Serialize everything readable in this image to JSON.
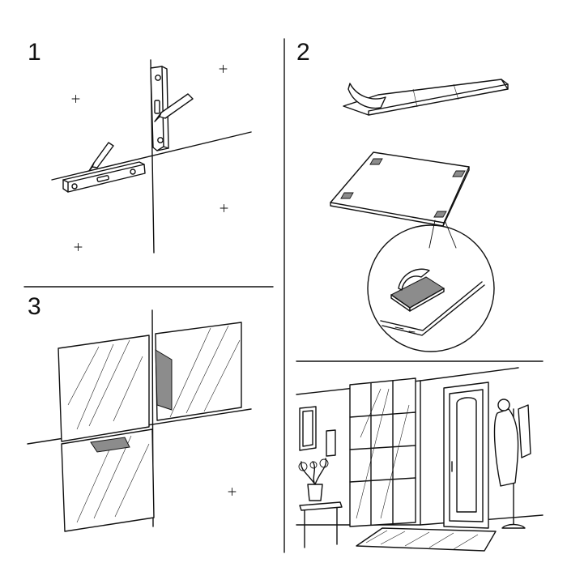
{
  "steps": [
    {
      "number": "1"
    },
    {
      "number": "2"
    },
    {
      "number": "3"
    }
  ]
}
